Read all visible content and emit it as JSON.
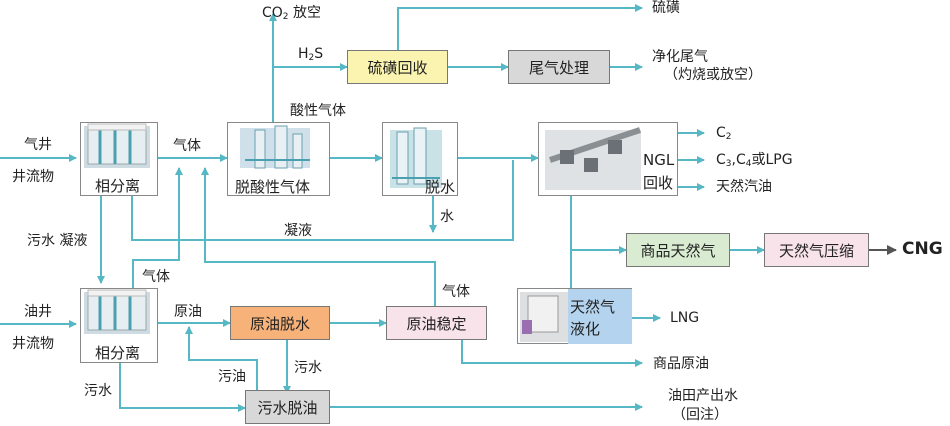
{
  "colors": {
    "flow": "#55b8c4",
    "sulfur_recovery": "#fbf4b0",
    "gray_box": "#d8d8d8",
    "crude_dewater": "#f7b27a",
    "pink_box": "#f8e3ea",
    "green_box": "#d9ecd2",
    "lng_box": "#b3d3ee",
    "dehydration_box": "#d9eedc",
    "deacid_box": "#d8e9f4"
  },
  "labels": {
    "co2": "CO",
    "co2_sub": "2",
    "co2_suffix": " 放空",
    "h2s": "H",
    "h2s_sub": "2",
    "h2s_suffix": "S",
    "sulfur": "硫磺",
    "purified_tail_gas": "净化尾气",
    "purified_tail_gas_note": "（灼烧或放空）",
    "acid_gas": "酸性气体",
    "gas_well": "气井",
    "gas_well_fluid": "井流物",
    "gas": "气体",
    "water": "水",
    "c2": "C",
    "c2_sub": "2",
    "c3": "C",
    "c3_sub": "3",
    "c4": ",C",
    "c4_sub": "4",
    "c3c4_suffix": "或LPG",
    "natural_gasoline": "天然汽油",
    "sewage_condensate": "污水 凝液",
    "condensate": "凝液",
    "gas2": "气体",
    "oil_well": "油井",
    "oil_well_fluid": "井流物",
    "crude_oil": "原油",
    "gas3": "气体",
    "lng": "LNG",
    "sewage_oil": "污油",
    "sewage_oil2": "污水",
    "sewage": "污水",
    "commercial_crude": "商品原油",
    "produced_water": "油田产出水",
    "produced_water_note": "（回注）",
    "cng": "CNG"
  },
  "units": {
    "phase_sep_gas": "相分离",
    "phase_sep_oil": "相分离",
    "deacid": "脱酸性气体",
    "dehydration": "脱水",
    "ngl_recovery_1": "NGL",
    "ngl_recovery_2": "回收",
    "lng_1": "天然气",
    "lng_2": "液化",
    "sulfur_recovery": "硫磺回收",
    "tail_gas": "尾气处理",
    "commercial_gas": "商品天然气",
    "gas_compression": "天然气压缩",
    "crude_dewater": "原油脱水",
    "crude_stabilize": "原油稳定",
    "sewage_deoil": "污水脱油"
  }
}
